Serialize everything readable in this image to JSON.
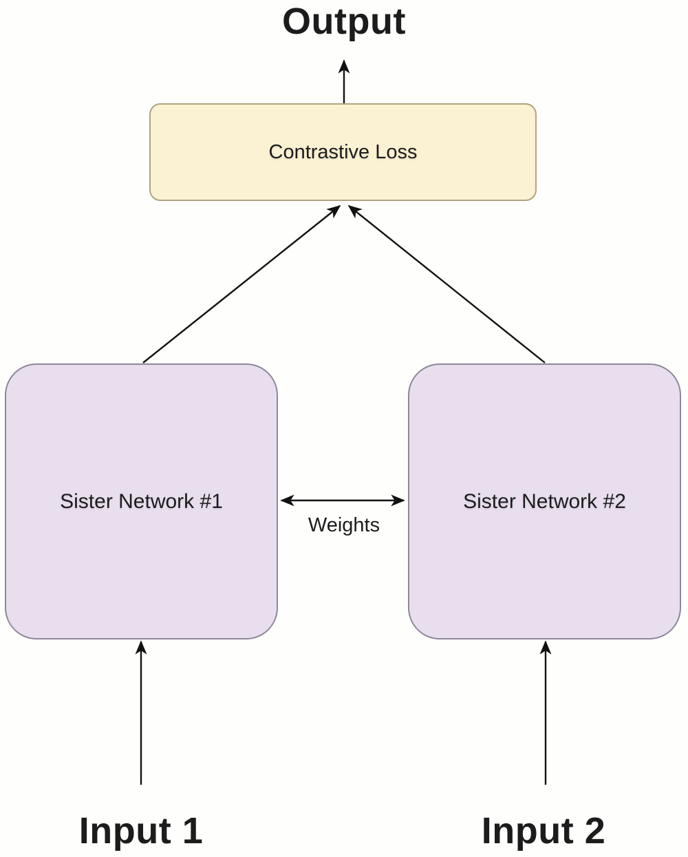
{
  "diagram": {
    "output_label": "Output",
    "nodes": {
      "contrastive_loss": {
        "label": "Contrastive Loss",
        "fill": "#fbf1d3",
        "border": "#b0a47c"
      },
      "sister_network_1": {
        "label": "Sister Network #1",
        "fill": "#e8deee",
        "border": "#8d8698"
      },
      "sister_network_2": {
        "label": "Sister Network #2",
        "fill": "#e8deee",
        "border": "#8d8698"
      }
    },
    "edges": {
      "weights_label": "Weights"
    },
    "inputs": {
      "input1_label": "Input 1",
      "input2_label": "Input 2"
    },
    "colors": {
      "background": "#fefefc",
      "arrow": "#111111",
      "text": "#1c1c1c"
    }
  }
}
